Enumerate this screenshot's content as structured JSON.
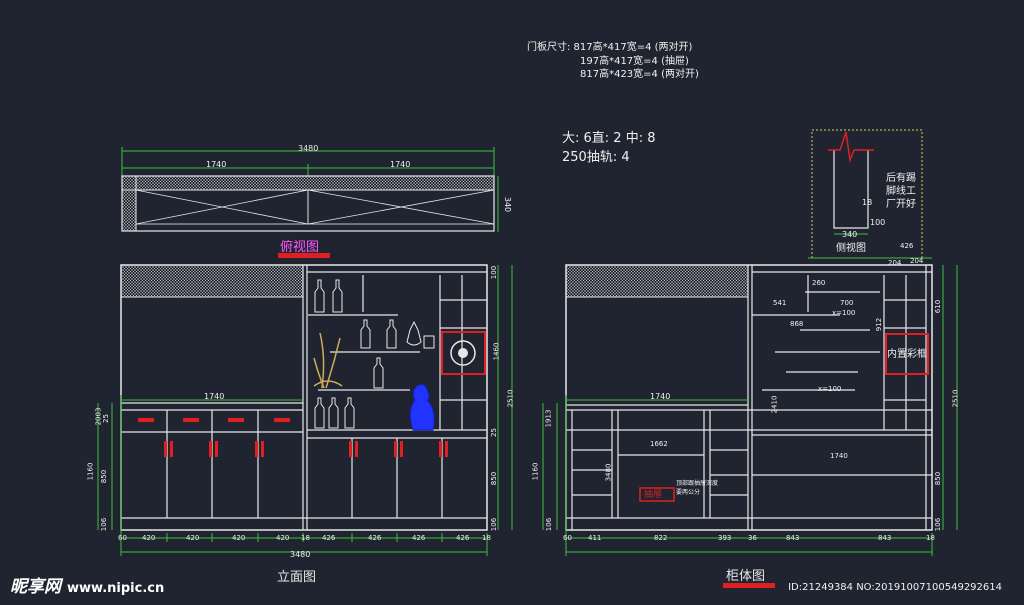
{
  "notes": {
    "door_sizes": [
      "门板尺寸: 817高*417宽=4 (两对开)",
      "197高*417宽=4 (抽屉)",
      "817高*423宽=4 (两对开)"
    ],
    "counts_line1": "大: 6直: 2 中: 8",
    "counts_line2": "250抽轨: 4"
  },
  "top_view": {
    "title": "俯视图",
    "total_width": "3480",
    "half_widths": [
      "1740",
      "1740"
    ],
    "depth": "340"
  },
  "side_view": {
    "title": "侧视图",
    "note": "后有踢\n脚线工\n厂开好",
    "dims": [
      "340",
      "100",
      "18"
    ]
  },
  "elevation": {
    "title": "立面图",
    "width_1740": "1740",
    "total_width": "3480",
    "bottom_dims": [
      "60",
      "420",
      "420",
      "420",
      "420",
      "18",
      "426",
      "426",
      "426",
      "426",
      "18"
    ],
    "left_dims": [
      "2003",
      "25",
      "1160",
      "850",
      "106"
    ],
    "right_dims": [
      "100",
      "1460",
      "2510",
      "25",
      "850",
      "106"
    ]
  },
  "cabinet_body": {
    "title": "柜体图",
    "width_1740": "1740",
    "top_dims": [
      "426",
      "204",
      "204",
      "260"
    ],
    "interior_labels": [
      "内置彩框",
      "912",
      "541",
      "868",
      "700",
      "x=100",
      "x=100",
      "2410",
      "1740",
      "1662",
      "3480"
    ],
    "drawer_label": "抽屉",
    "drawer_note": "顶部跟抽屉深度\n要两公分",
    "bottom_dims": [
      "60",
      "411",
      "822",
      "393",
      "36",
      "843",
      "843",
      "18"
    ],
    "left_dims": [
      "1913",
      "1160",
      "106"
    ],
    "right_dims": [
      "610",
      "2510",
      "850",
      "106"
    ]
  },
  "watermark": {
    "brand": "昵享网",
    "url": "www.nipic.cn",
    "id": "ID:21249384 NO:20191007100549292614"
  },
  "colors": {
    "background": "#1f2430",
    "lines": "#e8e8e8",
    "dim_green": "#3fbf3f",
    "accent_red": "#e02020",
    "accent_blue": "#2233ff",
    "title_magenta": "#ff55ff",
    "side_frame": "#d8d84a"
  }
}
